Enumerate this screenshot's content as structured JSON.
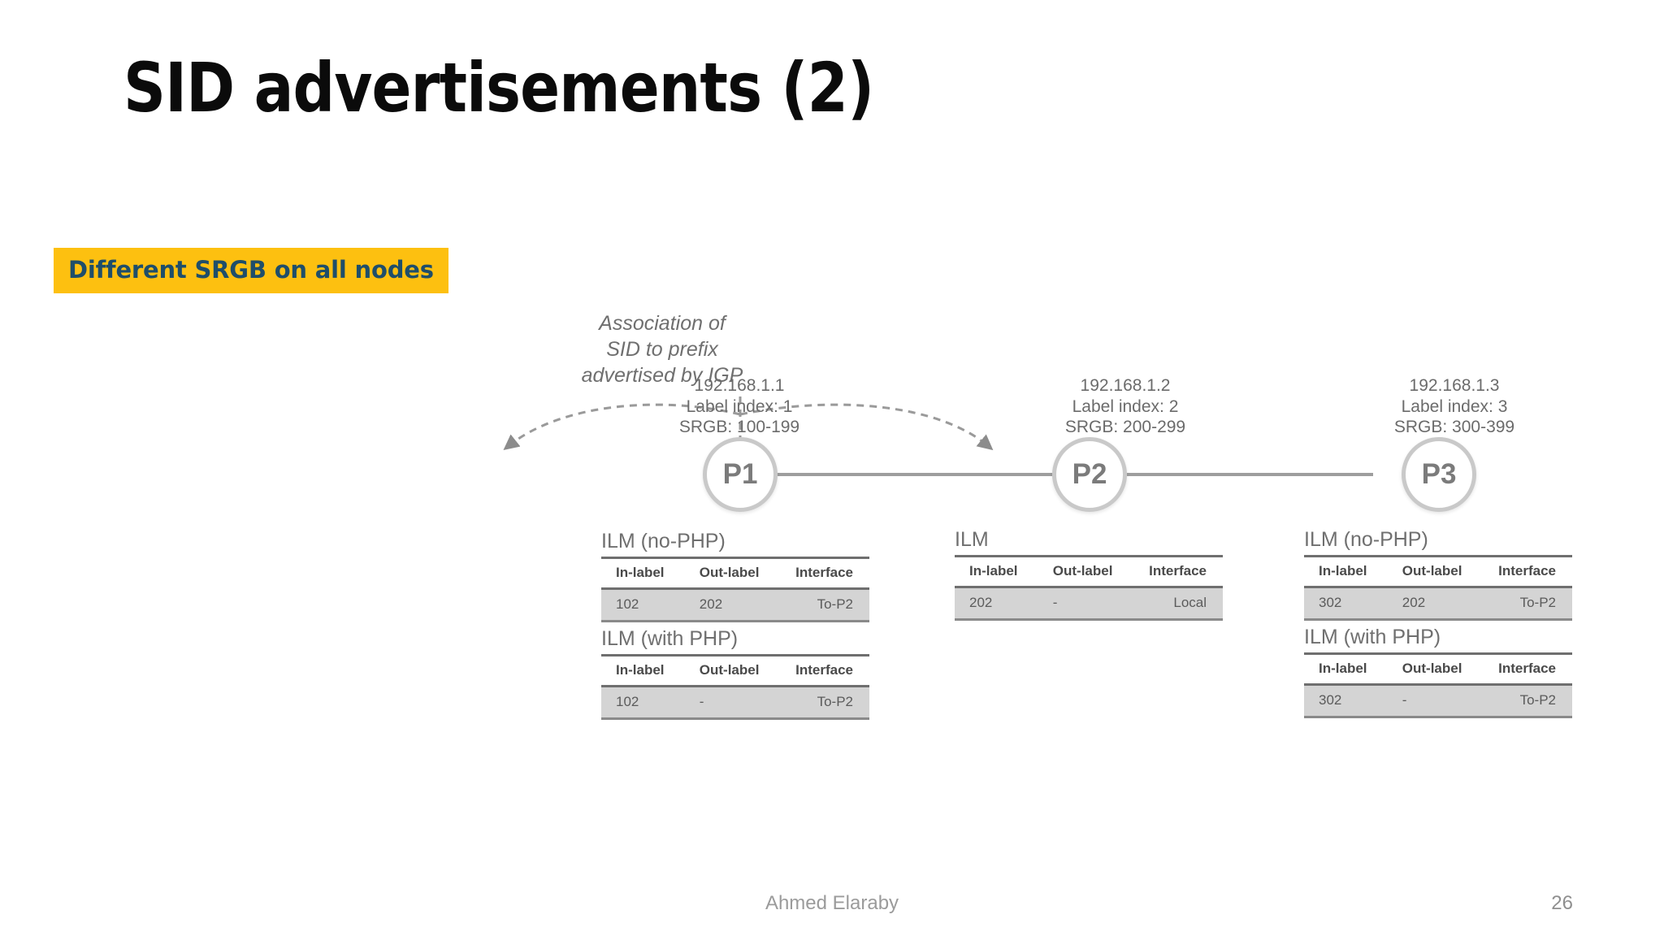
{
  "slide": {
    "title": "SID advertisements (2)",
    "callout": {
      "text": "Different SRGB on all nodes",
      "background_color": "#FDC010",
      "text_color": "#1F4E6A"
    }
  },
  "diagram": {
    "annotation": {
      "line1": "Association of",
      "line2": "SID to prefix",
      "line3": "advertised by IGP"
    },
    "nodes": [
      {
        "id": "p1",
        "label": "P1",
        "prefix": "192.168.1.1",
        "label_index": "Label index: 1",
        "srgb": "SRGB: 100-199"
      },
      {
        "id": "p2",
        "label": "P2",
        "prefix": "192.168.1.2",
        "label_index": "Label index: 2",
        "srgb": "SRGB: 200-299"
      },
      {
        "id": "p3",
        "label": "P3",
        "prefix": "192.168.1.3",
        "label_index": "Label index: 3",
        "srgb": "SRGB: 300-399"
      }
    ],
    "table_headers": [
      "In-label",
      "Out-label",
      "Interface"
    ],
    "tables": [
      {
        "id": "p1-nophp",
        "node": "P1",
        "caption": "ILM (no-PHP)",
        "rows": [
          {
            "in_label": "102",
            "out_label": "202",
            "interface": "To-P2"
          }
        ]
      },
      {
        "id": "p1-withphp",
        "node": "P1",
        "caption": "ILM (with PHP)",
        "rows": [
          {
            "in_label": "102",
            "out_label": "-",
            "interface": "To-P2"
          }
        ]
      },
      {
        "id": "p2-ilm",
        "node": "P2",
        "caption": "ILM",
        "rows": [
          {
            "in_label": "202",
            "out_label": "-",
            "interface": "Local"
          }
        ]
      },
      {
        "id": "p3-nophp",
        "node": "P3",
        "caption": "ILM (no-PHP)",
        "rows": [
          {
            "in_label": "302",
            "out_label": "202",
            "interface": "To-P2"
          }
        ]
      },
      {
        "id": "p3-withphp",
        "node": "P3",
        "caption": "ILM (with PHP)",
        "rows": [
          {
            "in_label": "302",
            "out_label": "-",
            "interface": "To-P2"
          }
        ]
      }
    ]
  },
  "footer": {
    "author": "Ahmed Elaraby",
    "page_number": "26"
  }
}
